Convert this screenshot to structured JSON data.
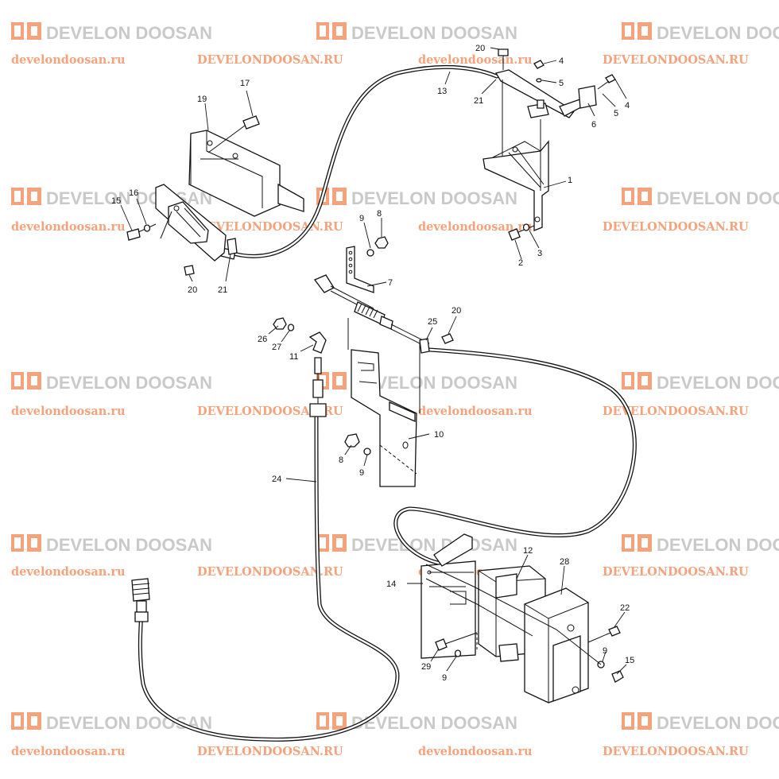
{
  "watermark": {
    "brand": "DEVELON DOOSAN",
    "site_lower": "develondoosan.ru",
    "site_upper": "DEVELONDOOSAN.RU",
    "logo_color": "#f4a37d",
    "brand_color": "#c9c9c9"
  },
  "callouts": [
    {
      "id": "c-20-top",
      "text": "20"
    },
    {
      "id": "c-4-top",
      "text": "4"
    },
    {
      "id": "c-5-top",
      "text": "5"
    },
    {
      "id": "c-13",
      "text": "13"
    },
    {
      "id": "c-21-top",
      "text": "21"
    },
    {
      "id": "c-5-right",
      "text": "5"
    },
    {
      "id": "c-4-right",
      "text": "4"
    },
    {
      "id": "c-6",
      "text": "6"
    },
    {
      "id": "c-1",
      "text": "1"
    },
    {
      "id": "c-17",
      "text": "17"
    },
    {
      "id": "c-19",
      "text": "19"
    },
    {
      "id": "c-16",
      "text": "16"
    },
    {
      "id": "c-15-left",
      "text": "15"
    },
    {
      "id": "c-20-left",
      "text": "20"
    },
    {
      "id": "c-21-left",
      "text": "21"
    },
    {
      "id": "c-9-mid",
      "text": "9"
    },
    {
      "id": "c-8-mid",
      "text": "8"
    },
    {
      "id": "c-2",
      "text": "2"
    },
    {
      "id": "c-3",
      "text": "3"
    },
    {
      "id": "c-7",
      "text": "7"
    },
    {
      "id": "c-20-mid",
      "text": "20"
    },
    {
      "id": "c-25",
      "text": "25"
    },
    {
      "id": "c-26",
      "text": "26"
    },
    {
      "id": "c-27",
      "text": "27"
    },
    {
      "id": "c-11",
      "text": "11"
    },
    {
      "id": "c-10",
      "text": "10"
    },
    {
      "id": "c-8-low",
      "text": "8"
    },
    {
      "id": "c-9-low",
      "text": "9"
    },
    {
      "id": "c-24",
      "text": "24"
    },
    {
      "id": "c-12",
      "text": "12"
    },
    {
      "id": "c-28",
      "text": "28"
    },
    {
      "id": "c-14",
      "text": "14"
    },
    {
      "id": "c-22",
      "text": "22"
    },
    {
      "id": "c-9-right",
      "text": "9"
    },
    {
      "id": "c-15-right",
      "text": "15"
    },
    {
      "id": "c-29",
      "text": "29"
    },
    {
      "id": "c-9-bottom",
      "text": "9"
    }
  ]
}
